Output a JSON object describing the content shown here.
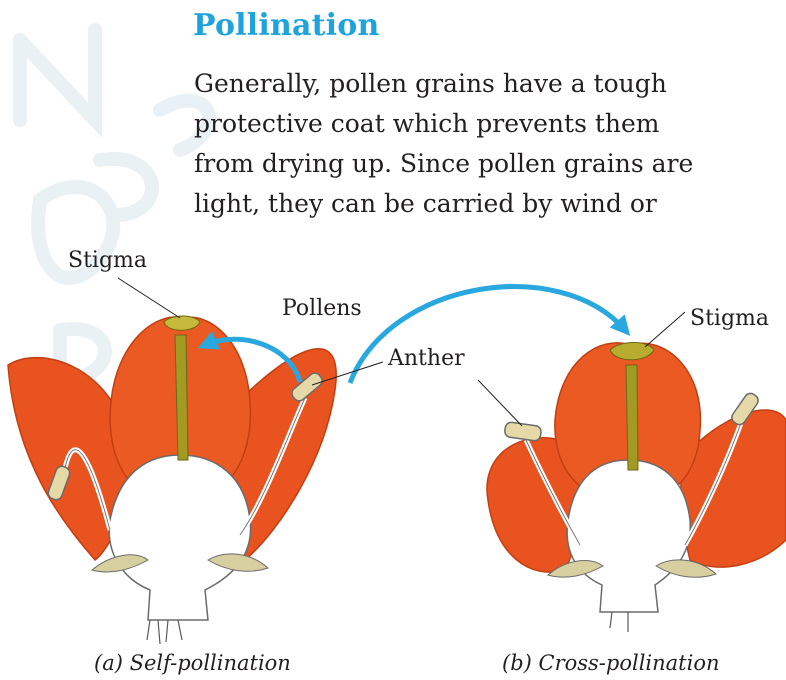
{
  "heading": "Pollination",
  "paragraph_lines": [
    "Generally, pollen grains have a tough",
    "protective coat which prevents them",
    "from drying up. Since pollen grains are",
    "light, they can be carried by wind or"
  ],
  "figure": {
    "labels": {
      "stigma_left": "Stigma",
      "pollens": "Pollens",
      "anther": "Anther",
      "stigma_right": "Stigma"
    },
    "captions": {
      "left": "(a) Self-pollination",
      "right": "(b) Cross-pollination"
    }
  },
  "colors": {
    "heading": "#1ea3dc",
    "arrow": "#29a8df",
    "petal": "#e8531f",
    "petal_dark": "#c23f12",
    "anther": "#e6d9a8",
    "stigma": "#a39a23"
  }
}
